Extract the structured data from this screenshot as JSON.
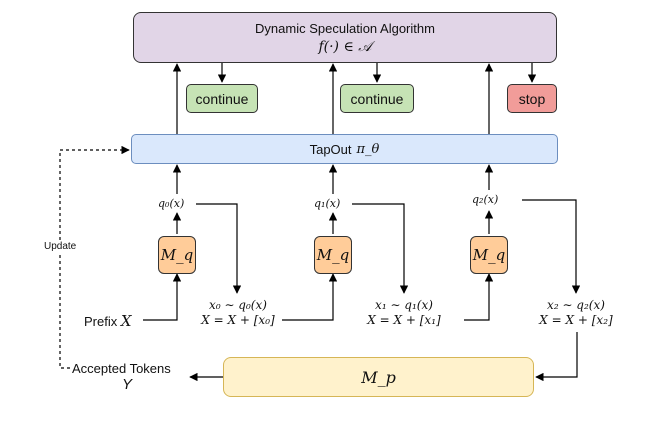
{
  "algorithm": {
    "title": "Dynamic Speculation Algorithm",
    "formula": "f(·) ∈ 𝒜"
  },
  "decisions": [
    "continue",
    "continue",
    "stop"
  ],
  "colors": {
    "algorithm_fill": "#e1d5e7",
    "continue_fill": "#c6e3b5",
    "stop_fill": "#f19c99",
    "tapout_fill": "#dae8fc",
    "draft_model_fill": "#ffcc99",
    "target_model_fill": "#fff2cc"
  },
  "tapout": {
    "label": "TapOut",
    "symbol": "π_θ"
  },
  "draft_model": "M_q",
  "target_model": "M_p",
  "distributions": [
    "q₀(x)",
    "q₁(x)",
    "q₂(x)"
  ],
  "sample_steps": [
    {
      "sample": "x₀ ∼ q₀(x)",
      "update": "X = X + [x₀]"
    },
    {
      "sample": "x₁ ∼ q₁(x)",
      "update": "X = X + [x₁]"
    },
    {
      "sample": "x₂ ∼ q₂(x)",
      "update": "X = X + [x₂]"
    }
  ],
  "prefix": {
    "label": "Prefix",
    "symbol": "X"
  },
  "accepted": {
    "label": "Accepted Tokens",
    "symbol": "Y"
  },
  "update_label": "Update"
}
